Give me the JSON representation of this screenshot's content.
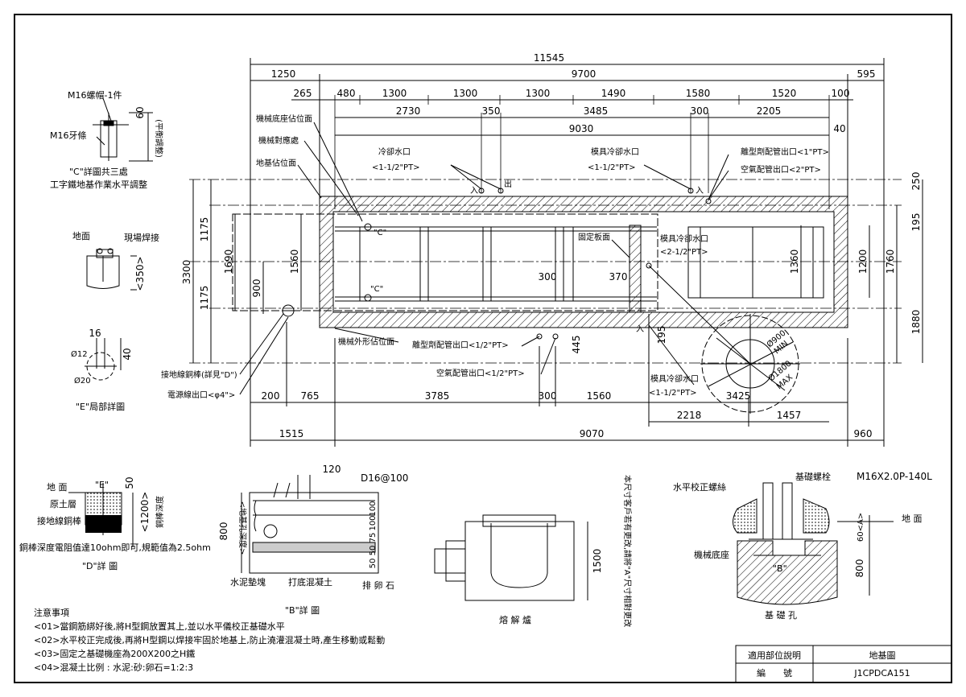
{
  "dims": {
    "overall": "11545",
    "left": "1250",
    "middle": "9700",
    "right": "595",
    "r2": [
      "265",
      "480",
      "1300",
      "1300",
      "1300",
      "1490",
      "1580",
      "1520",
      "100"
    ],
    "r3": [
      "2730",
      "350",
      "3485",
      "300",
      "2205"
    ],
    "r4": "9030",
    "r4b": "40",
    "left_outer": "3300",
    "left_a": "1175",
    "left_b": "1175",
    "left_c": "1690",
    "left_d": "1560",
    "left_e": "900",
    "right_a": "250",
    "right_b": "195",
    "right_c": "1760",
    "right_d": "1880",
    "inner_a": "1360",
    "inner_b": "1200",
    "mid_300": "300",
    "mid_370": "370",
    "v445": "445",
    "v195": "195",
    "b1": [
      "200",
      "765",
      "3785",
      "300",
      "1560"
    ],
    "b_3425": "3425",
    "b2": [
      "2218",
      "1457"
    ],
    "b3": [
      "1515",
      "9070",
      "960"
    ]
  },
  "callouts": {
    "machine_base": "機械底座佔位面",
    "machine_pos": "機械對應處",
    "foundation": "地基佔位面",
    "cool_in": "冷卻水口",
    "cool_in_size": "<1-1/2\"PT>",
    "in_mark": "入",
    "out_mark": "出",
    "mold_cool": "模具冷卻水口",
    "mold_cool_size": "<1-1/2\"PT>",
    "release": "離型劑配管出口<1\"PT>",
    "air": "空氣配管出口<2\"PT>",
    "fixed_plate": "固定板面",
    "mold_cool2": "模具冷卻水口",
    "mold_cool2_size": "<2-1/2\"PT>",
    "c_mark": "\"C\"",
    "outline": "機械外形佔位面",
    "release2": "離型劑配管出口<1/2\"PT>",
    "air2": "空氣配管出口<1/2\"PT>",
    "mold_cool3": "模具冷卻水口",
    "mold_cool3_size": "<1-1/2\"PT>",
    "ground_rod": "接地線銅棒(詳見\"D\")",
    "power": "電源線出口<φ4\">",
    "min": "MIN",
    "max": "MAX",
    "d900": "Ø900",
    "d1800": "Ø1800"
  },
  "detail_c": {
    "nut": "M16螺帽-1件",
    "stud": "M16牙條",
    "dim60": "60",
    "side": "(平衡調整)",
    "title1": "\"C\"詳圖共三處",
    "title2": "工字鐵地基作業水平調整"
  },
  "detail_weld": {
    "ground": "地面",
    "weld": "現場焊接",
    "dim": "<350>"
  },
  "detail_e": {
    "d16": "16",
    "d12": "Ø12",
    "d40": "40",
    "d20": "Ø20",
    "title": "\"E\"局部詳圖"
  },
  "detail_d": {
    "ground": "地 面",
    "soil": "原土層",
    "rod": "接地線銅棒",
    "e": "\"E\"",
    "d50": "50",
    "d1200": "<1200>",
    "depth": "銅棒深度",
    "res": "銅棒深度電阻值達10ohm即可,規範值為2.5ohm",
    "title": "\"D\"詳 圖"
  },
  "detail_b": {
    "d120": "120",
    "rebar": "D16@100",
    "d800": "800",
    "depth": "<地基孔深度>",
    "layers": [
      "100",
      "100",
      "75",
      "50",
      "50"
    ],
    "pad": "水泥墊塊",
    "concrete": "打底混凝土",
    "stone": "排 卵 石",
    "title": "\"B\"詳 圖"
  },
  "furnace": {
    "d1500": "1500",
    "title": "熔 解 爐",
    "vnote": "本尺寸客戶若有更改,請將\"A\"尺寸相對更改"
  },
  "detail_pit": {
    "level_bolt": "水平校正螺絲",
    "anchor": "基礎螺栓",
    "spec": "M16X2.0P-140L",
    "ground": "地 面",
    "d60a": "60<A>",
    "base": "機械底座",
    "b": "\"B\"",
    "d800": "800",
    "title": "基 礎 孔"
  },
  "notes": {
    "heading": "注意事項",
    "items": [
      "<01>當鋼筋綁好後,將H型鋼放置其上,並以水平儀校正基礎水平",
      "<02>水平校正完成後,再將H型鋼以焊接牢固於地基上,防止澆灌混凝土時,產生移動或鬆動",
      "<03>固定之基礎機座為200X200之H鐵",
      "<04>混凝土比例 : 水泥:砂:卵石=1:2:3"
    ]
  },
  "titleblock": {
    "r1c1": "適用部位說明",
    "r1c2": "地基圖",
    "r2c1": "編　　號",
    "r2c2": "J1CPDCA151"
  }
}
